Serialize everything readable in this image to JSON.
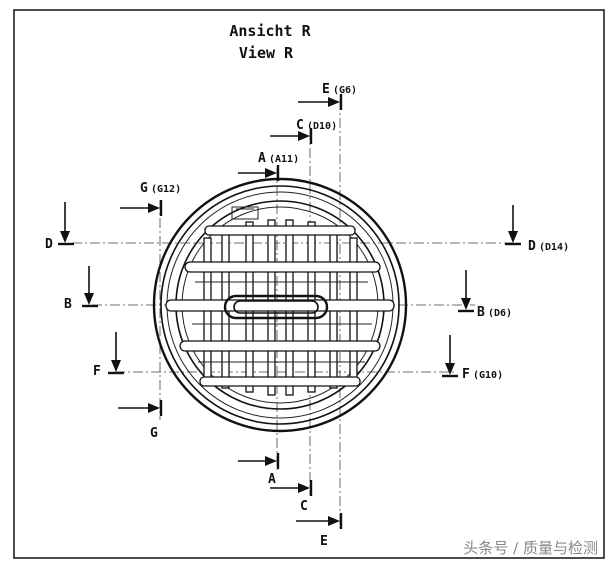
{
  "title": {
    "line1": "Ansicht R",
    "line2": "View R"
  },
  "markers": {
    "E": {
      "letter": "E",
      "ref": "(G6)"
    },
    "C": {
      "letter": "C",
      "ref": "(D10)"
    },
    "A": {
      "letter": "A",
      "ref": "(A11)"
    },
    "G": {
      "letter": "G",
      "ref": "(G12)"
    },
    "D": {
      "letter": "D",
      "ref": "(D14)"
    },
    "B": {
      "letter": "B",
      "ref": "(D6)"
    },
    "F": {
      "letter": "F",
      "ref": "(G10)"
    }
  },
  "watermark": "头条号 / 质量与检测"
}
